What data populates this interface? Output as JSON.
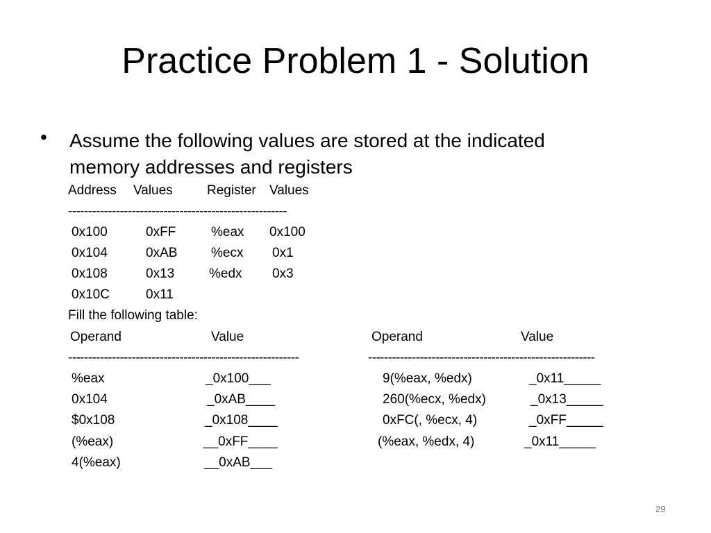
{
  "title": "Practice Problem 1 - Solution",
  "bullet": {
    "symbol": "•",
    "line1": "Assume the following values are stored at the indicated",
    "line2": "memory addresses and registers"
  },
  "memory_table": {
    "headers": [
      "Address",
      "Values",
      "Register",
      "Values"
    ],
    "divider": "-------------------------------------------------------",
    "rows": [
      [
        "0x100",
        "0xFF",
        "%eax",
        "0x100"
      ],
      [
        "0x104",
        "0xAB",
        "%ecx",
        "0x1"
      ],
      [
        "0x108",
        "0x13",
        "%edx",
        "0x3"
      ],
      [
        "0x10C",
        "0x11",
        "",
        ""
      ]
    ]
  },
  "fill_label": "Fill the following table:",
  "operand_table_left": {
    "headers": [
      "Operand",
      "Value"
    ],
    "divider": "----------------------------------------------------------",
    "rows": [
      [
        "%eax",
        "_0x100___"
      ],
      [
        "0x104",
        "_0xAB____"
      ],
      [
        "$0x108",
        "_0x108____"
      ],
      [
        "(%eax)",
        "__0xFF____"
      ],
      [
        "4(%eax)",
        "__0xAB___"
      ]
    ]
  },
  "operand_table_right": {
    "headers": [
      "Operand",
      "Value"
    ],
    "divider": "---------------------------------------------------------",
    "rows": [
      [
        "9(%eax, %edx)",
        "_0x11_____"
      ],
      [
        "260(%ecx, %edx)",
        "_0x13_____"
      ],
      [
        "0xFC(, %ecx, 4)",
        "_0xFF_____"
      ],
      [
        "(%eax, %edx, 4)",
        "_0x11_____"
      ]
    ]
  },
  "page_number": "29"
}
